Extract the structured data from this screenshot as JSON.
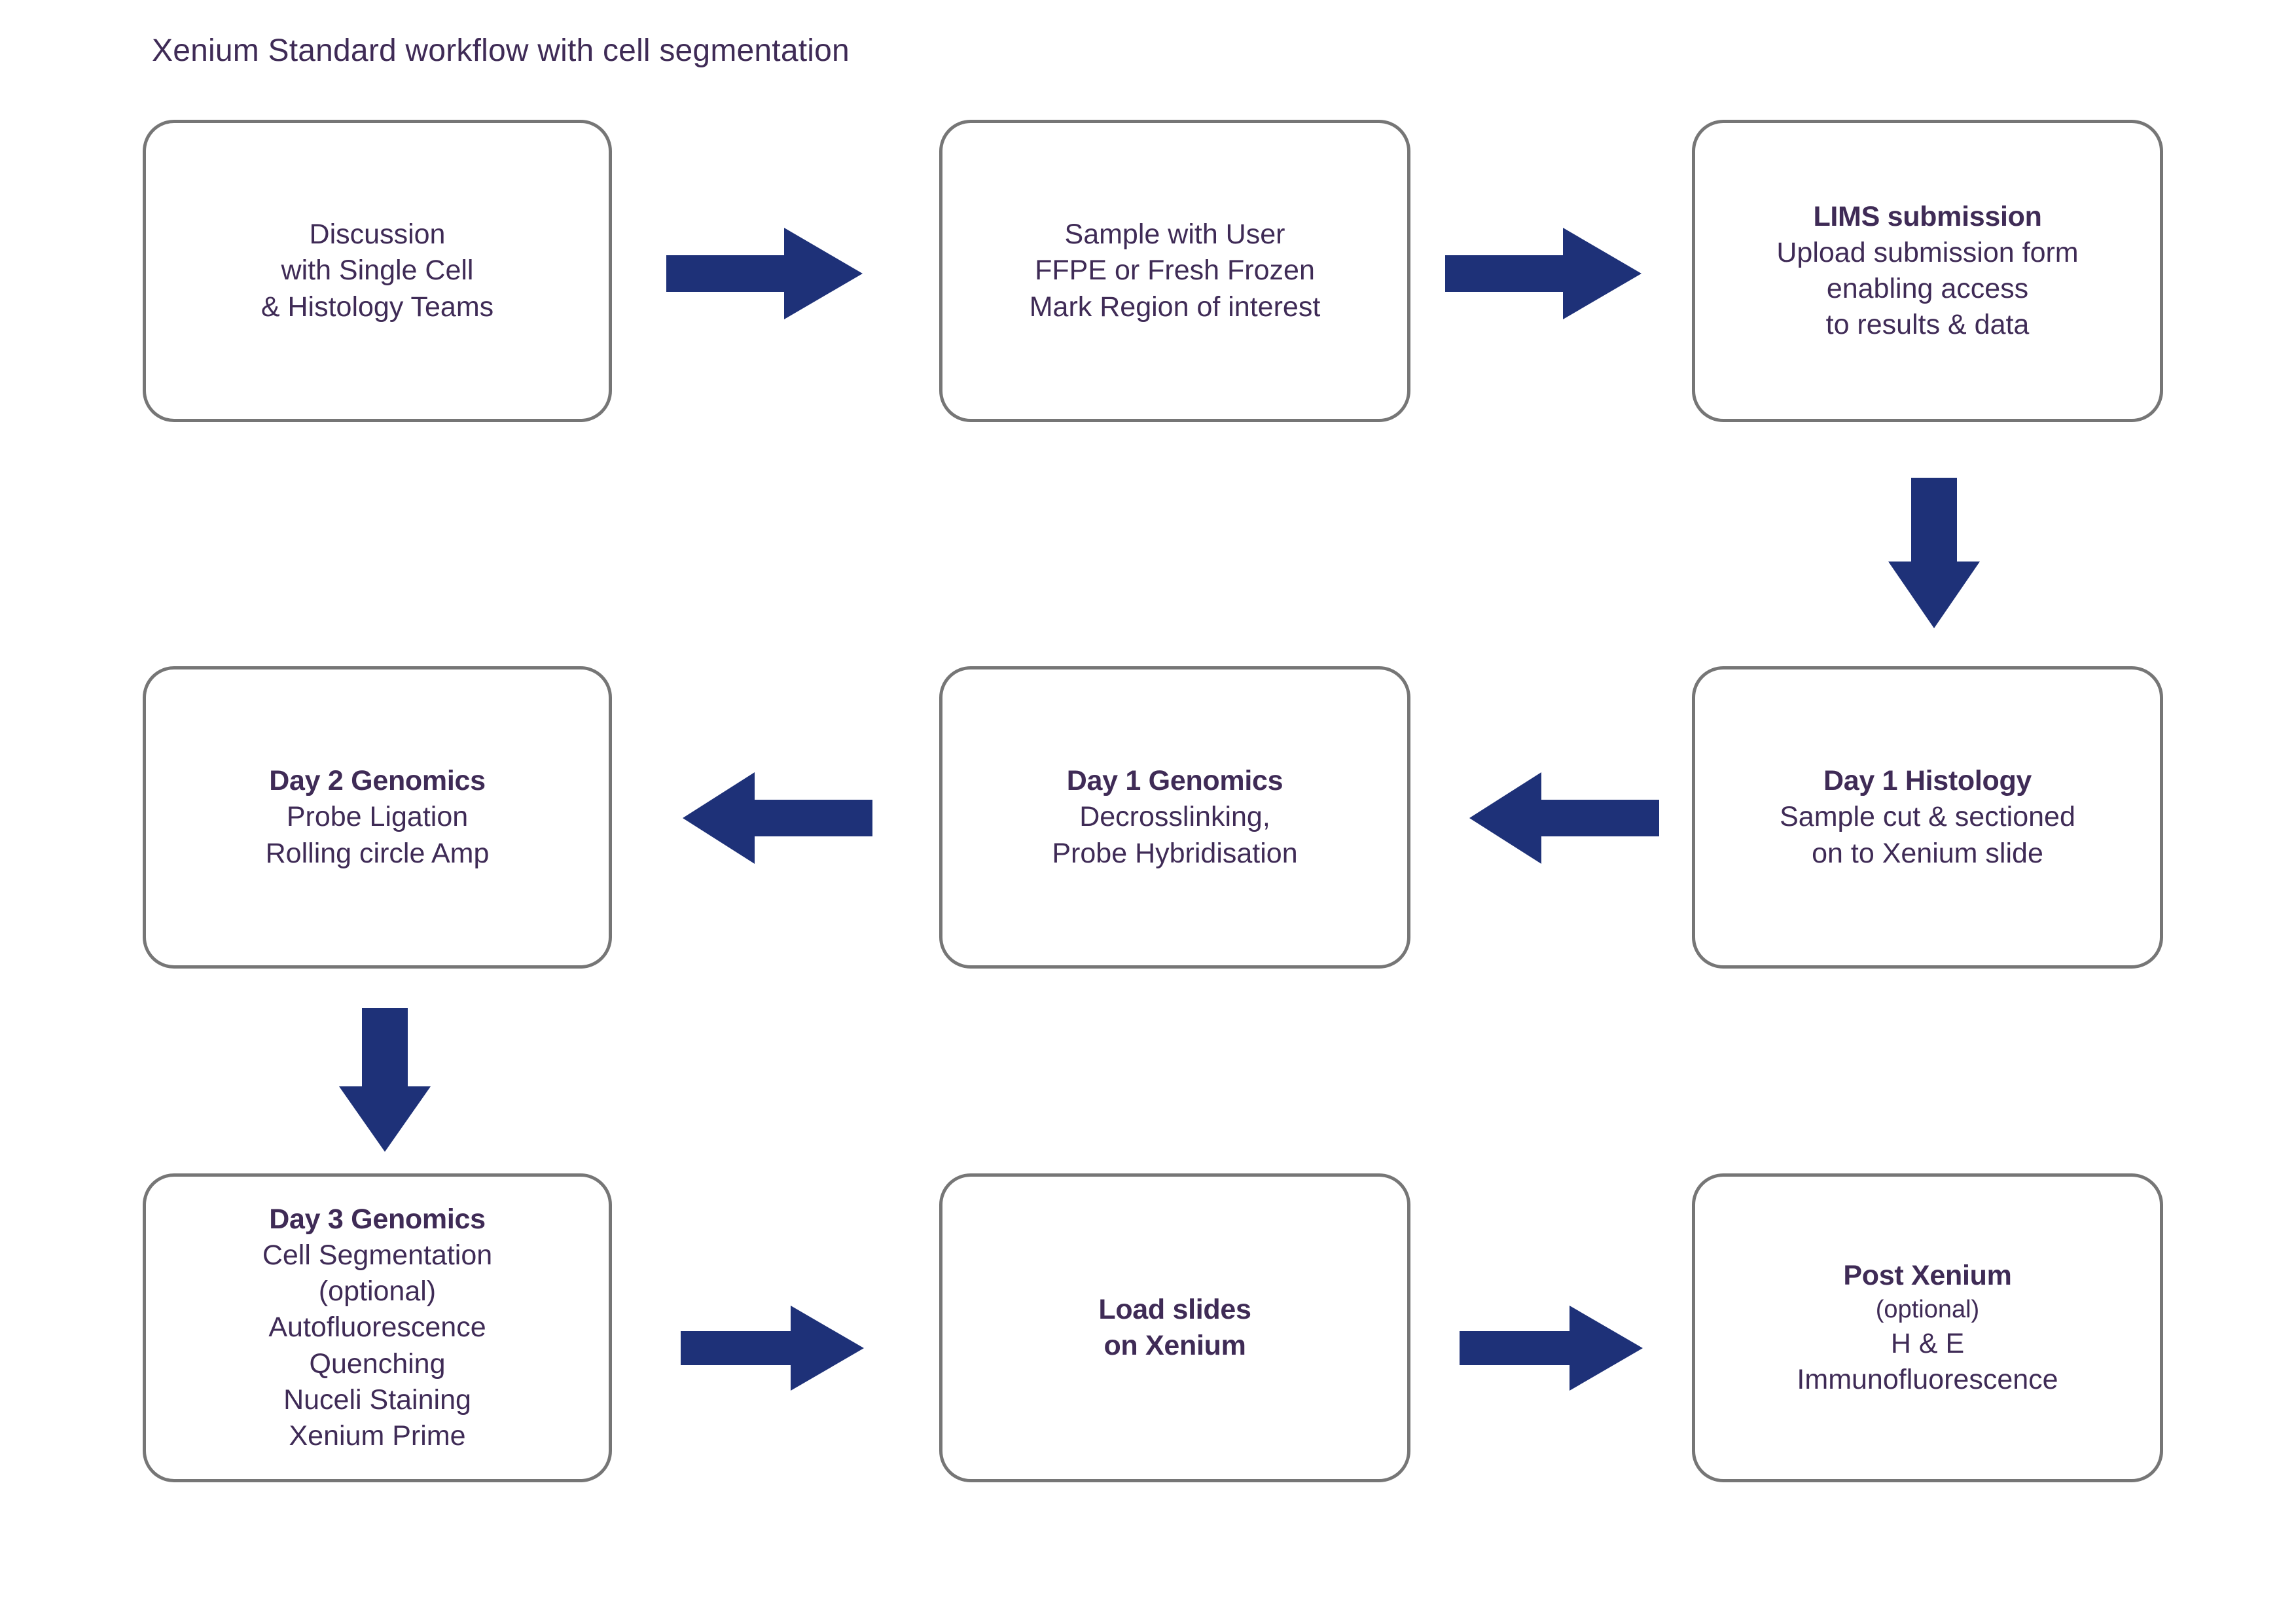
{
  "title": "Xenium Standard workflow with cell segmentation",
  "colors": {
    "text": "#3F2B56",
    "box_border": "#767676",
    "box_fill": "#FFFFFF",
    "arrow": "#1E3178",
    "background": "#FFFFFF"
  },
  "nodes": [
    {
      "id": "discussion",
      "lines": [
        {
          "text": "Discussion",
          "bold": false
        },
        {
          "text": "with Single Cell",
          "bold": false
        },
        {
          "text": "& Histology Teams",
          "bold": false
        }
      ]
    },
    {
      "id": "sample-with-user",
      "lines": [
        {
          "text": "Sample with User",
          "bold": false
        },
        {
          "text": "FFPE or Fresh Frozen",
          "bold": false
        },
        {
          "text": "Mark Region of interest",
          "bold": false
        }
      ]
    },
    {
      "id": "lims-submission",
      "lines": [
        {
          "text": "LIMS submission",
          "bold": true
        },
        {
          "text": "Upload submission form",
          "bold": false
        },
        {
          "text": "enabling access",
          "bold": false
        },
        {
          "text": "to results & data",
          "bold": false
        }
      ]
    },
    {
      "id": "day-2-genomics",
      "lines": [
        {
          "text": "Day 2 Genomics",
          "bold": true
        },
        {
          "text": "Probe Ligation",
          "bold": false
        },
        {
          "text": "Rolling circle Amp",
          "bold": false
        }
      ]
    },
    {
      "id": "day-1-genomics",
      "lines": [
        {
          "text": "Day 1 Genomics",
          "bold": true
        },
        {
          "text": "Decrosslinking,",
          "bold": false
        },
        {
          "text": "Probe Hybridisation",
          "bold": false
        }
      ]
    },
    {
      "id": "day-1-histology",
      "lines": [
        {
          "text": "Day 1 Histology",
          "bold": true
        },
        {
          "text": "Sample cut & sectioned",
          "bold": false
        },
        {
          "text": "on to Xenium slide",
          "bold": false
        }
      ]
    },
    {
      "id": "day-3-genomics",
      "lines": [
        {
          "text": "Day 3 Genomics",
          "bold": true
        },
        {
          "text": "Cell Segmentation",
          "bold": false
        },
        {
          "text": "(optional)",
          "bold": false
        },
        {
          "text": "Autofluorescence",
          "bold": false
        },
        {
          "text": "Quenching",
          "bold": false
        },
        {
          "text": "Nuceli Staining",
          "bold": false
        },
        {
          "text": "Xenium Prime",
          "bold": false
        }
      ]
    },
    {
      "id": "load-slides",
      "lines": [
        {
          "text": "Load slides",
          "bold": true
        },
        {
          "text": "on Xenium",
          "bold": true
        }
      ]
    },
    {
      "id": "post-xenium",
      "lines": [
        {
          "text": "Post Xenium",
          "bold": true
        },
        {
          "text": "(optional)",
          "bold": false,
          "small": true
        },
        {
          "text": "H & E",
          "bold": false
        },
        {
          "text": "Immunofluorescence",
          "bold": false
        }
      ]
    }
  ],
  "arrows": [
    {
      "id": "discussion-to-sample",
      "direction": "right"
    },
    {
      "id": "sample-to-lims",
      "direction": "right"
    },
    {
      "id": "lims-to-day1-histology",
      "direction": "down"
    },
    {
      "id": "day1-histology-to-day1-genomics",
      "direction": "left"
    },
    {
      "id": "day1-genomics-to-day2-genomics",
      "direction": "left"
    },
    {
      "id": "day2-genomics-to-day3-genomics",
      "direction": "down"
    },
    {
      "id": "day3-genomics-to-load-slides",
      "direction": "right"
    },
    {
      "id": "load-slides-to-post-xenium",
      "direction": "right"
    }
  ]
}
